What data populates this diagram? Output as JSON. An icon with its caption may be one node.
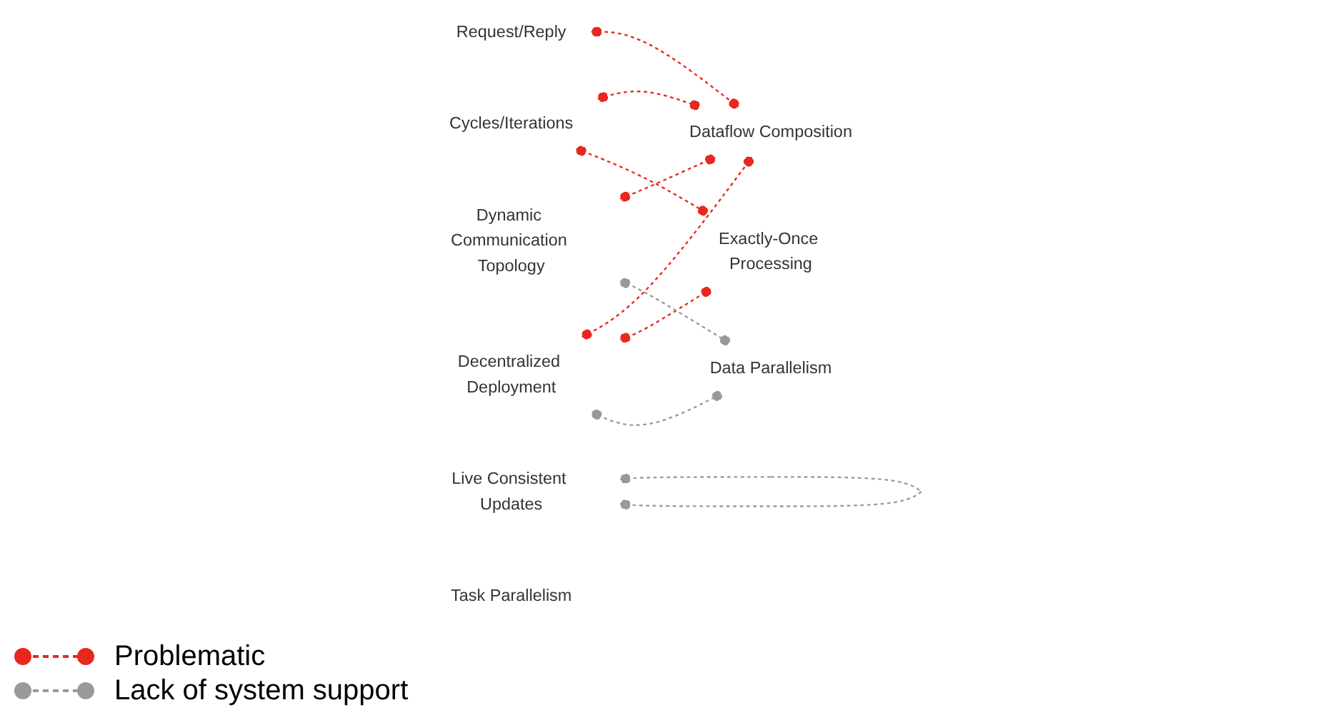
{
  "diagram": {
    "nodes": [
      {
        "text": [
          "Cycles/Iterations"
        ]
      },
      {
        "text": [
          "Request/Reply"
        ]
      },
      {
        "text": [
          "Dataflow Composition"
        ]
      },
      {
        "text": [
          "Dynamic Communication Topology"
        ]
      },
      {
        "text": [
          "Exactly-Once Processing"
        ]
      },
      {
        "text": [
          "Decentralized Deployment"
        ]
      },
      {
        "text": [
          "Live Consistent Updates"
        ]
      },
      {
        "text": [
          "Data Parallelism"
        ]
      },
      {
        "text": [
          "Task Parallelism"
        ]
      }
    ],
    "edges": [
      {
        "from": 0,
        "to": 2,
        "arrow": "other",
        "style": "dashed"
      },
      {
        "from": 0,
        "to": 4,
        "arrow": "other",
        "style": "dashed"
      },
      {
        "from": 1,
        "to": 2,
        "arrow": "other",
        "style": "dashed"
      },
      {
        "from": 3,
        "to": 2,
        "arrow": "other",
        "style": "dashed"
      },
      {
        "from": 5,
        "to": 2,
        "arrow": "other",
        "style": "dashed"
      },
      {
        "from": 5,
        "to": 4,
        "arrow": "other",
        "style": "dashed"
      },
      {
        "from": 3,
        "to": 7,
        "arrow": "other",
        "style": "dashed",
        "color": "#999999"
      },
      {
        "from": 5,
        "to": 7,
        "arrow": "other",
        "style": "dashed",
        "color": "#999999"
      },
      {
        "from": 6,
        "to": 6,
        "arrow": "other",
        "style": "dashed",
        "color": "#999999"
      }
    ],
    "legend": [
      {
        "text": "Problematic"
      },
      {
        "text": "Lack of system support"
      }
    ]
  }
}
